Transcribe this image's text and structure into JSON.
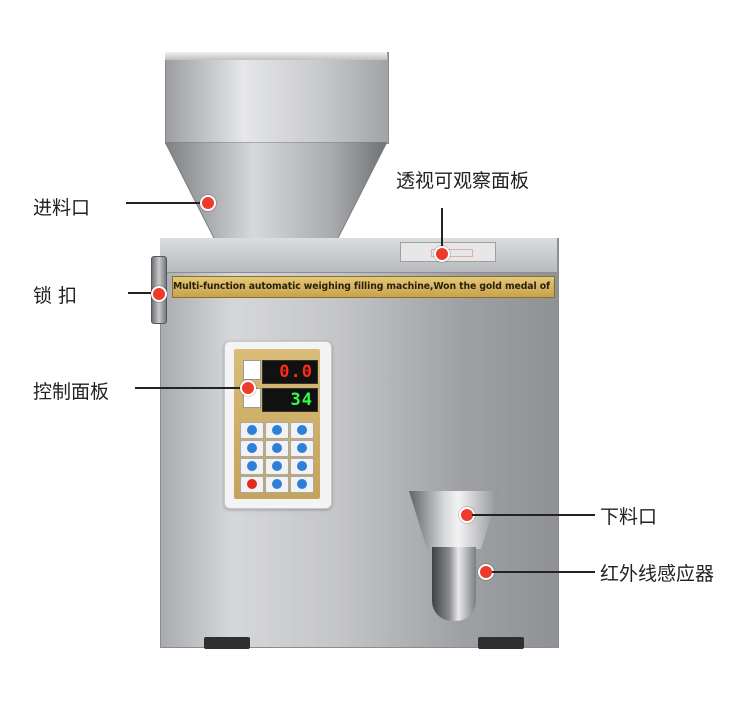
{
  "banner_text": "Multi-function automatic weighing filling machine,Won the gold medal of industry quality!",
  "display": {
    "weight_value": "0.0",
    "count_value": "34"
  },
  "callouts": {
    "inlet": "进料口",
    "observation_panel": "透视可观察面板",
    "lock": "锁 扣",
    "control_panel": "控制面板",
    "outlet": "下料口",
    "infrared_sensor": "红外线感应器"
  },
  "colors": {
    "callout_dot": "#ee3a2a",
    "banner_gold": "#d6b463",
    "display_red": "#ff2a1a",
    "display_green": "#2cff4c"
  }
}
